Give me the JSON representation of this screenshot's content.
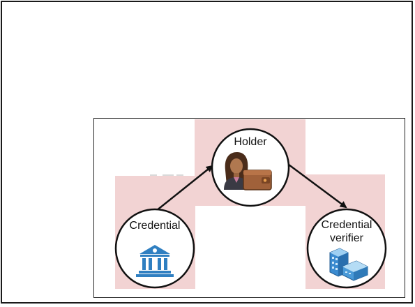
{
  "diagram": {
    "nodes": {
      "issuer": {
        "label": "Credential",
        "icon": "bank-building-icon",
        "color": "#2f7fc1"
      },
      "holder": {
        "label": "Holder",
        "icon": "person-with-wallet-icon",
        "wallet_color": "#a0613a"
      },
      "verifier": {
        "label_line1": "Credential",
        "label_line2": "verifier",
        "icon": "office-buildings-icon",
        "color": "#3b8bd0"
      }
    },
    "edges": [
      {
        "from": "issuer",
        "to": "holder"
      },
      {
        "from": "holder",
        "to": "verifier"
      }
    ],
    "colors": {
      "highlight": "#f2d3d3",
      "node_fill": "#ffffff",
      "stroke": "#111111"
    }
  }
}
